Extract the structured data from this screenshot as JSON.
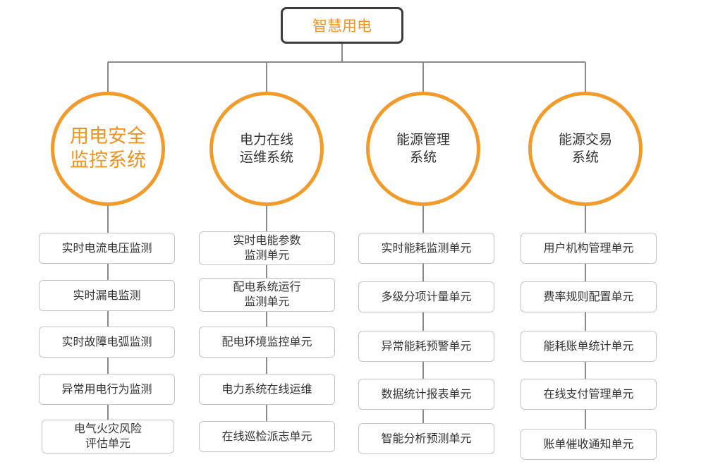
{
  "root": {
    "label": "智慧用电"
  },
  "systems": [
    {
      "label": "用电安全\n监控系统",
      "units": [
        "实时电流电压监测",
        "实时漏电监测",
        "实时故障电弧监测",
        "异常用电行为监测",
        "电气火灾风险\n评估单元"
      ]
    },
    {
      "label": "电力在线\n运维系统",
      "units": [
        "实时电能参数\n监测单元",
        "配电系统运行\n监测单元",
        "配电环境监控单元",
        "电力系统在线运维",
        "在线巡检派志单元"
      ]
    },
    {
      "label": "能源管理\n系统",
      "units": [
        "实时能耗监测单元",
        "多级分项计量单元",
        "异常能耗预警单元",
        "数据统计报表单元",
        "智能分析预测单元"
      ]
    },
    {
      "label": "能源交易\n系统",
      "units": [
        "用户机构管理单元",
        "费率规则配置单元",
        "能耗账单统计单元",
        "在线支付管理单元",
        "账单催收通知单元"
      ]
    }
  ],
  "colors": {
    "accent": "#f29a2a",
    "accent_text": "#f0931e",
    "line": "#8a8a8a",
    "box_border": "#c4c4c4",
    "root_border": "#3c3c3c"
  }
}
